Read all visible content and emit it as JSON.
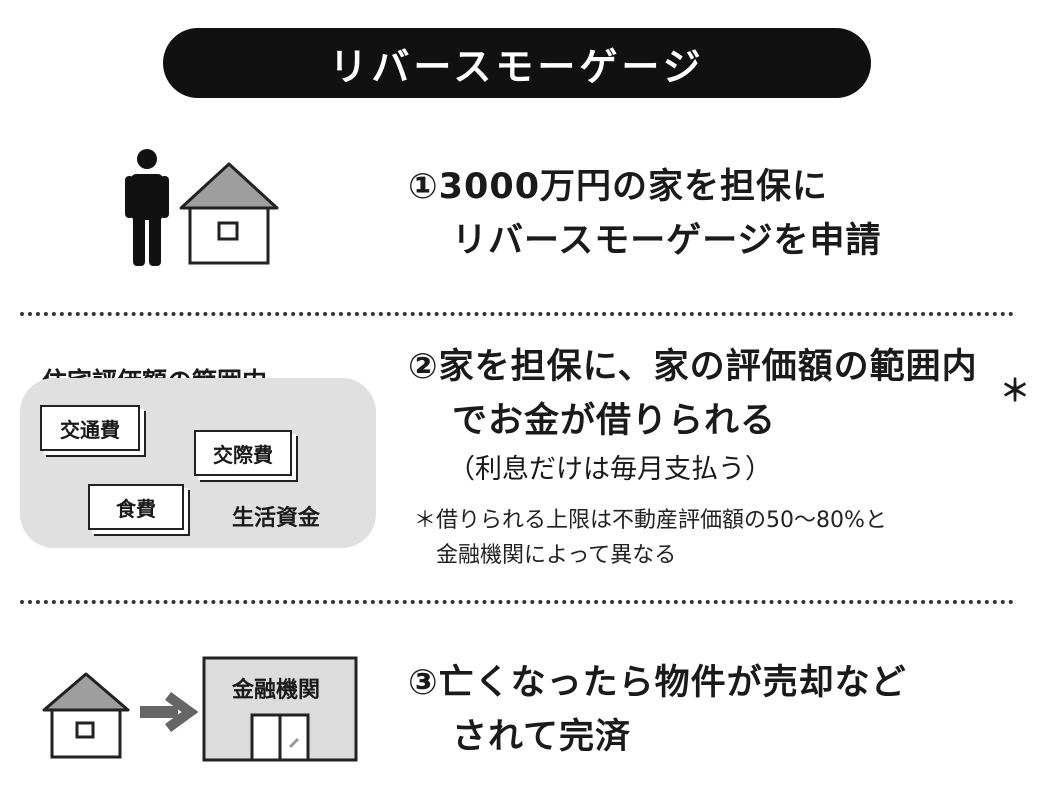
{
  "title": "リバースモーゲージ",
  "steps": [
    {
      "lines": [
        "①3000万円の家を担保に",
        "リバースモーゲージを申請"
      ]
    },
    {
      "lines": [
        "②家を担保に、家の評価額の範囲内",
        "でお金が借りられる"
      ],
      "asterisk": "＊",
      "sub": "（利息だけは毎月支払う）"
    },
    {
      "lines": [
        "③亡くなったら物件が売却など",
        "されて完済"
      ]
    }
  ],
  "note": {
    "line1": "＊借りられる上限は不動産評価額の50〜80%と",
    "line2": "金融機関によって異なる"
  },
  "illustration2": {
    "caption": "住宅評価額の範囲内",
    "cards": [
      "交通費",
      "交際費",
      "食費"
    ],
    "label": "生活資金"
  },
  "illustration3": {
    "bank_label": "金融機関"
  },
  "icons": [
    "person-icon",
    "house-icon",
    "arrow-right-icon",
    "bank-building-icon"
  ]
}
